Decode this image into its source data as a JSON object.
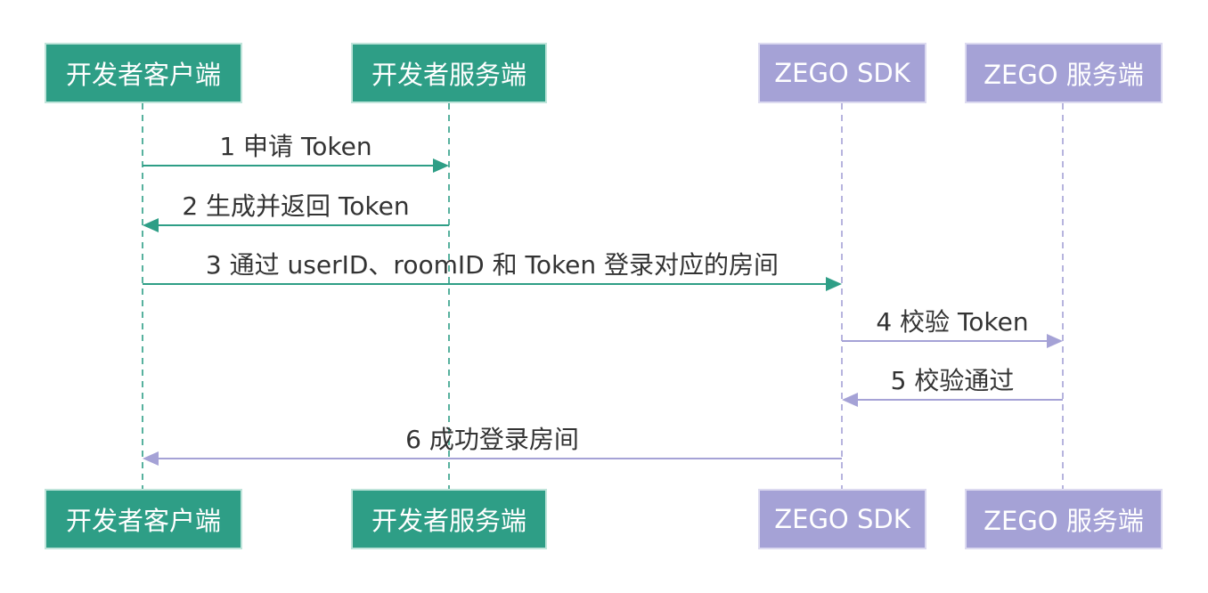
{
  "participants": [
    {
      "id": "client",
      "label": "开发者客户端",
      "color": "#2e9e86"
    },
    {
      "id": "server",
      "label": "开发者服务端",
      "color": "#2e9e86"
    },
    {
      "id": "sdk",
      "label": "ZEGO SDK",
      "color": "#a5a2d6"
    },
    {
      "id": "zego_server",
      "label": "ZEGO 服务端",
      "color": "#a5a2d6"
    }
  ],
  "messages": [
    {
      "label": "1 申请 Token",
      "from": "client",
      "to": "server",
      "color": "#2e9e86"
    },
    {
      "label": "2 生成并返回 Token",
      "from": "server",
      "to": "client",
      "color": "#2e9e86"
    },
    {
      "label": "3 通过 userID、roomID 和 Token 登录对应的房间",
      "from": "client",
      "to": "sdk",
      "color": "#2e9e86"
    },
    {
      "label": "4 校验 Token",
      "from": "sdk",
      "to": "zego_server",
      "color": "#a5a2d6"
    },
    {
      "label": "5 校验通过",
      "from": "zego_server",
      "to": "sdk",
      "color": "#a5a2d6"
    },
    {
      "label": "6 成功登录房间",
      "from": "sdk",
      "to": "client",
      "color": "#a5a2d6"
    }
  ]
}
